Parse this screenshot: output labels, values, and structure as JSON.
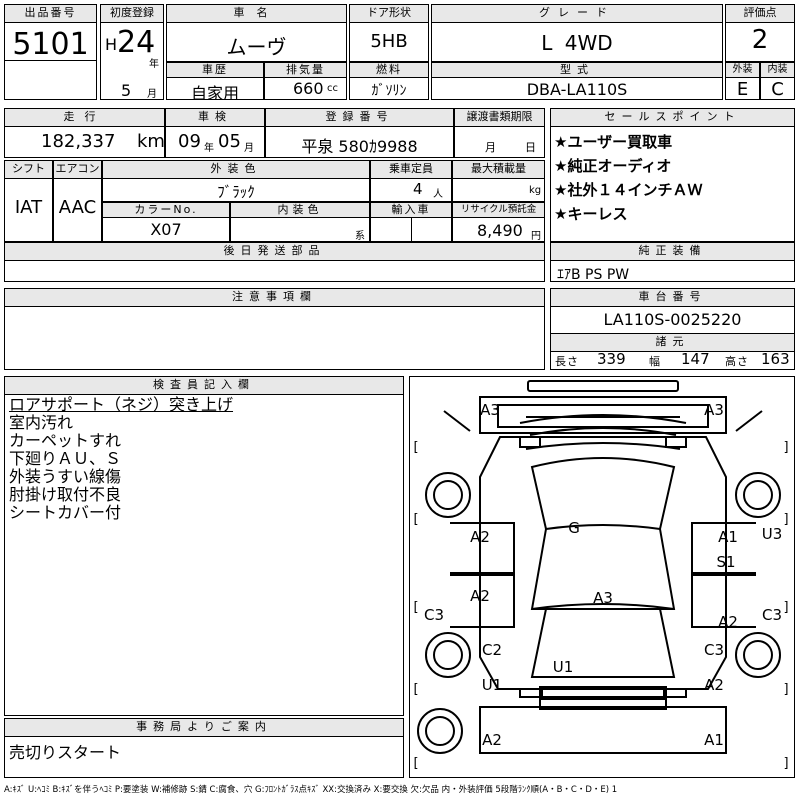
{
  "header": {
    "lot_label": "出品番号",
    "lot": "5101",
    "first_reg_label": "初度登録",
    "era": "H",
    "year": "24",
    "year_unit": "年",
    "month": "5",
    "month_unit": "月",
    "car_name_label": "車名",
    "car_name": "ムーヴ",
    "door_label": "ドア形状",
    "door": "5HB",
    "grade_label": "グレード",
    "grade": "L 4WD",
    "score_label": "評価点",
    "score": "2",
    "history_label": "車歴",
    "history": "自家用",
    "displacement_label": "排気量",
    "displacement": "660",
    "displacement_unit": "cc",
    "fuel_label": "燃料",
    "fuel": "ｶﾞｿﾘﾝ",
    "model_label": "型式",
    "model": "DBA-LA110S",
    "ext_label": "外装",
    "ext": "E",
    "int_label": "内装",
    "int": "C"
  },
  "row2": {
    "mileage_label": "走行",
    "mileage": "182,337",
    "mileage_unit": "km",
    "inspection_label": "車検",
    "insp_year": "09",
    "insp_year_unit": "年",
    "insp_month": "05",
    "insp_month_unit": "月",
    "plate_label": "登録番号",
    "plate": "平泉 580ｶ9988",
    "transfer_label": "譲渡書類期限",
    "transfer_m": "月",
    "transfer_d": "日"
  },
  "row3": {
    "shift_label": "シフト",
    "shift": "IAT",
    "ac_label": "エアコン",
    "ac": "AAC",
    "color_label": "外装色",
    "color": "ﾌﾞﾗｯｸ",
    "capacity_label": "乗車定員",
    "capacity": "4",
    "capacity_unit": "人",
    "load_label": "最大積載量",
    "load_unit": "kg",
    "color_no_label": "カラーNo.",
    "color_no": "X07",
    "int_color_label": "内装色",
    "int_color_unit": "系",
    "import_label": "輸入車",
    "recycle_label": "リサイクル預託金",
    "recycle": "8,490",
    "recycle_unit": "円"
  },
  "later_parts_label": "後日発送部品",
  "sales": {
    "label": "セールスポイント",
    "items": [
      "★ユーザー買取車",
      "★純正オーディオ",
      "★社外１４インチＡＷ",
      "★キーレス"
    ]
  },
  "equipment": {
    "label": "純正装備",
    "value": "ｴｱB PS PW"
  },
  "notes_label": "注意事項欄",
  "chassis": {
    "label": "車台番号",
    "value": "LA110S-0025220"
  },
  "dims": {
    "label": "諸元",
    "length_label": "長さ",
    "length": "339",
    "width_label": "幅",
    "width": "147",
    "height_label": "高さ",
    "height": "163"
  },
  "inspector": {
    "label": "検査員記入欄",
    "lines": [
      "ロアサポート（ネジ）突き上げ",
      "室内汚れ",
      "カーペットすれ",
      "下廻りＡＵ、Ｓ",
      "外装うすい線傷",
      "肘掛け取付不良",
      "シートカバー付"
    ]
  },
  "office": {
    "label": "事務局よりご案内",
    "text": "売切りスタート"
  },
  "diagram": {
    "marks": [
      "A3",
      "A3",
      "A2",
      "A1",
      "U3",
      "G",
      "S1",
      "A2",
      "A3",
      "C3",
      "C3",
      "A2",
      "C2",
      "C3",
      "U1",
      "U1",
      "A2",
      "A2",
      "A1"
    ],
    "brackets": [
      "[",
      "]",
      "[",
      "]",
      "[",
      "]",
      "[",
      "]",
      "[",
      "]"
    ]
  },
  "legend": "A:ｷｽﾞ U:ﾍｺﾐ B:ｷｽﾞを伴うﾍｺﾐ P:要塗装 W:補修跡 S:錆 C:腐食、穴 G:ﾌﾛﾝﾄｶﾞﾗｽ点ｷｽﾞ XX:交換済み X:要交換 欠:欠品 内・外装評価 5段階ﾗﾝｸ順(A・B・C・D・E) 1"
}
